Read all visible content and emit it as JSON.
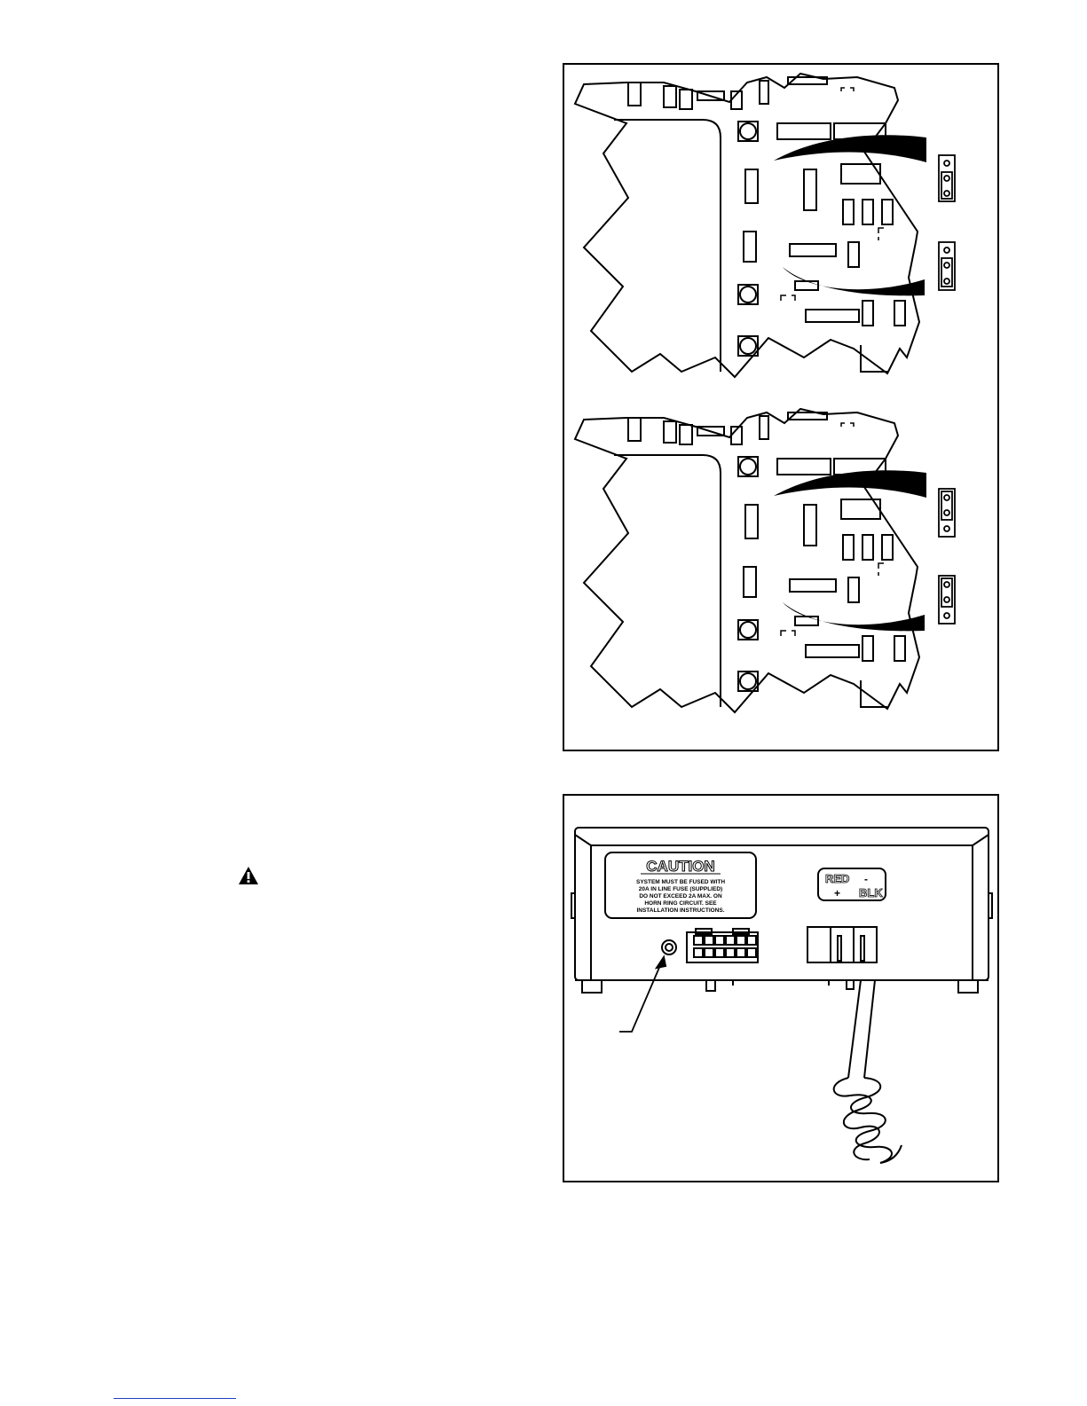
{
  "caution_label": {
    "title": "CAUTION",
    "lines": [
      "SYSTEM MUST BE FUSED WITH",
      "20A IN LINE FUSE (SUPPLIED)",
      "DO NOT EXCEED 2A MAX. ON",
      "HORN RING CIRCUIT. SEE",
      "INSTALLATION INSTRUCTIONS."
    ]
  },
  "polarity_label": {
    "red": "RED",
    "minus": "-",
    "plus": "+",
    "blk": "BLK"
  },
  "warning_icon_name": "warning-triangle-icon"
}
